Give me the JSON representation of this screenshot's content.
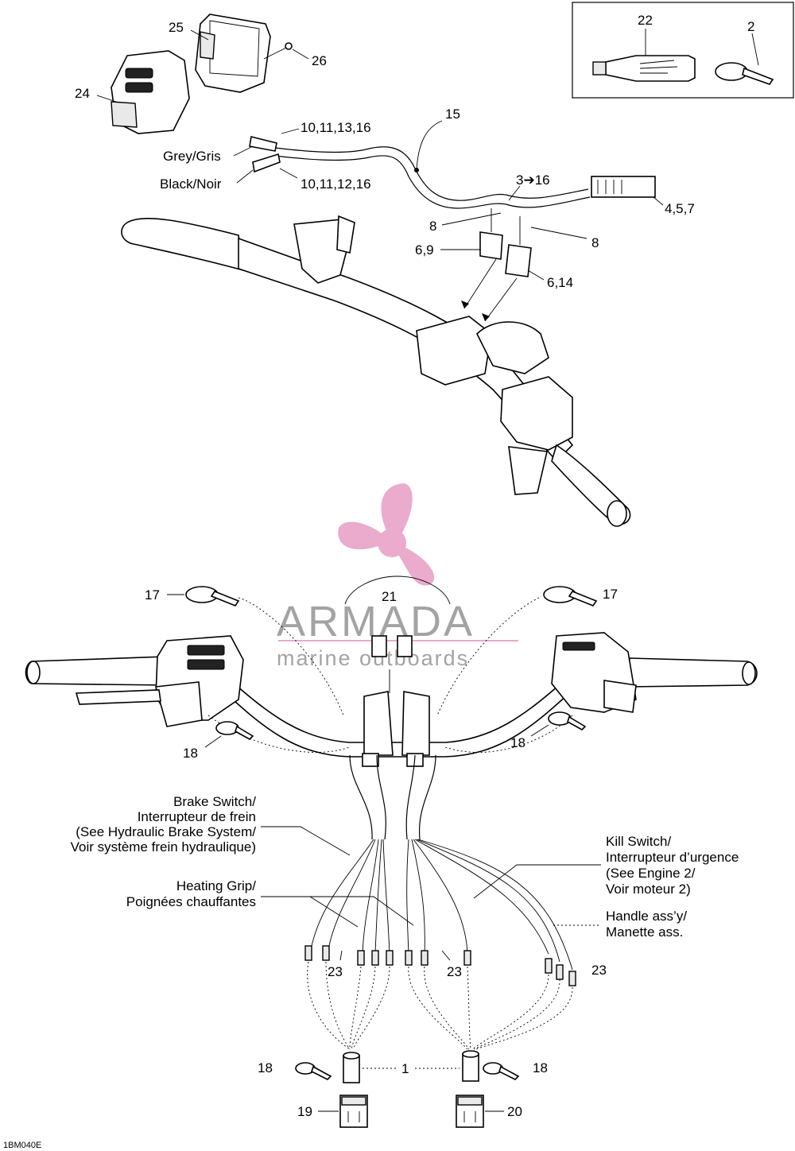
{
  "callouts": {
    "n22": "22",
    "n2": "2",
    "n25": "25",
    "n26": "26",
    "n24": "24",
    "n15": "15",
    "wire_grey_nums": "10,11,13,16",
    "wire_grey_label": "Grey/Gris",
    "wire_black_label": "Black/Noir",
    "wire_black_nums": "10,11,12,16",
    "n3to16": "3➔16",
    "n457": "4,5,7",
    "n8a": "8",
    "n8b": "8",
    "n69": "6,9",
    "n614": "6,14",
    "n21": "21",
    "n17a": "17",
    "n17b": "17",
    "n18a": "18",
    "n18b": "18",
    "n23a": "23",
    "n23b": "23",
    "n23c": "23",
    "n18c": "18",
    "n18d": "18",
    "n1": "1",
    "n19": "19",
    "n20": "20"
  },
  "annotations": {
    "brake_switch": [
      "Brake Switch/",
      "Interrupteur de frein",
      "(See Hydraulic Brake System/",
      "Voir système frein hydraulique)"
    ],
    "heating_grip": [
      "Heating Grip/",
      "Poignées chauffantes"
    ],
    "kill_switch": [
      "Kill Switch/",
      "Interrupteur d’urgence",
      "(See Engine 2/",
      "Voir moteur 2)"
    ],
    "handle_assy": [
      "Handle ass’y/",
      "Manette ass."
    ]
  },
  "watermark": {
    "title": "ARMADA",
    "subtitle": "marine outboards",
    "color": "#e8a2c8"
  },
  "figure_code": "1BM040E"
}
